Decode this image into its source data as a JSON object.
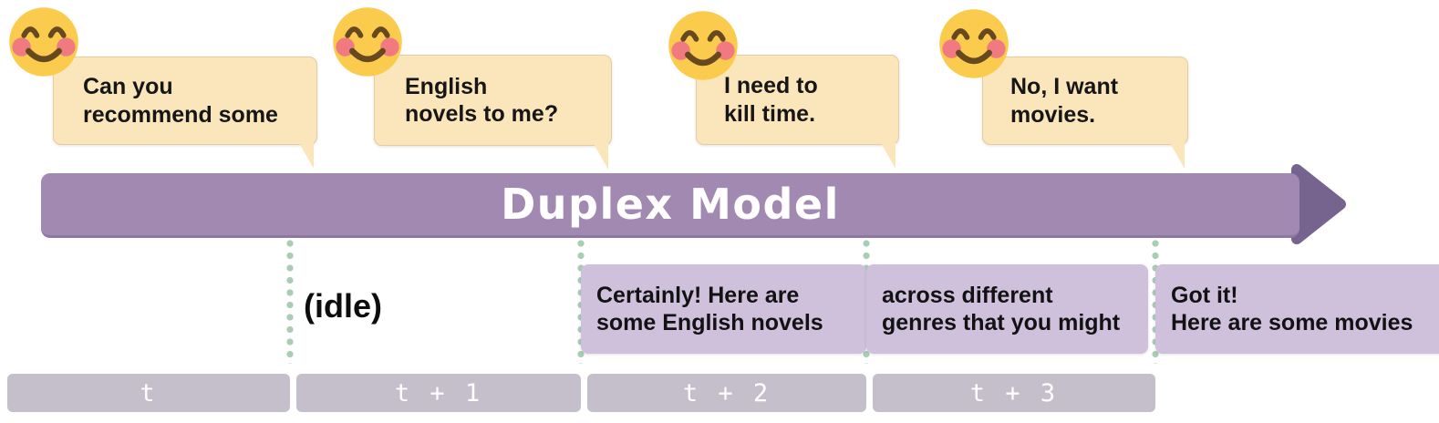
{
  "diagram": {
    "title": "Duplex Model",
    "user_messages": [
      {
        "text": "Can you\nrecommend some"
      },
      {
        "text": "English\nnovels to me?"
      },
      {
        "text": "I need to\nkill time."
      },
      {
        "text": "No, I want\nmovies."
      }
    ],
    "model_outputs": [
      {
        "kind": "idle",
        "text": "(idle)"
      },
      {
        "kind": "box",
        "text": "Certainly! Here are\nsome English novels"
      },
      {
        "kind": "box",
        "text": "across different\ngenres that you might"
      },
      {
        "kind": "box",
        "text": "Got it!\nHere are some movies"
      }
    ],
    "time_slots": [
      {
        "label": "t"
      },
      {
        "label": "t + 1"
      },
      {
        "label": "t + 2"
      },
      {
        "label": "t + 3"
      }
    ],
    "icons": {
      "user_icon": "smiling-face-with-smiling-eyes"
    },
    "colors": {
      "timeline_bar": "#A289B1",
      "timeline_arrow": "#76648E",
      "user_bubble": "#FBE6BC",
      "model_box": "#CFC0DC",
      "time_bar": "#C4BFCA",
      "dot_line": "#A9CDB4",
      "emoji_face": "#FBCB4D",
      "emoji_cheek": "#F17980",
      "emoji_stroke": "#67491F"
    }
  }
}
